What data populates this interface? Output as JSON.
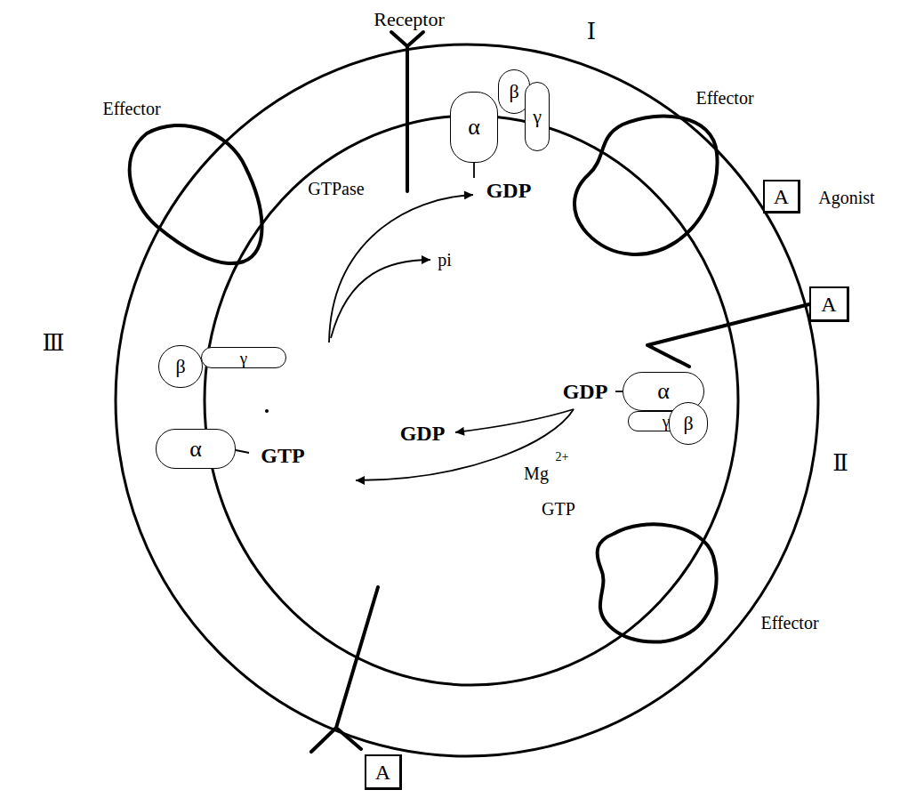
{
  "diagram": {
    "nodes": [
      {
        "text": [
          "Effector"
        ]
      },
      {
        "text": [
          "α"
        ]
      },
      {
        "text": [
          "β"
        ]
      },
      {
        "text": [
          "γ"
        ]
      },
      {
        "text": [
          "Effector"
        ]
      },
      {
        "text": [
          "A"
        ]
      },
      {
        "text": [
          "A"
        ]
      },
      {
        "text": [
          "α"
        ]
      },
      {
        "text": [
          "γ"
        ]
      },
      {
        "text": [
          "β"
        ]
      },
      {
        "text": [
          "β"
        ]
      },
      {
        "text": [
          "γ"
        ]
      },
      {
        "text": [
          "α"
        ]
      },
      {
        "text": [
          "Effector"
        ]
      },
      {
        "text": [
          "A"
        ]
      }
    ],
    "labels": [
      "Receptor",
      "Ⅰ",
      "Agonist",
      "GTPase",
      "GDP",
      "pi",
      "Ⅲ",
      "GDP",
      "GDP",
      "GTP",
      "Mg",
      "2+",
      "Ⅱ",
      "GTP"
    ]
  }
}
